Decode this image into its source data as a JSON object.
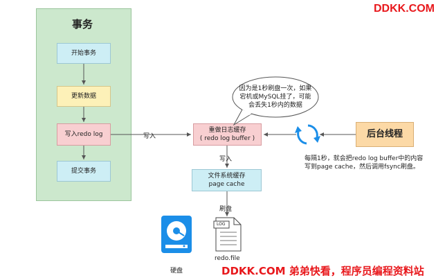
{
  "watermark_top": "DDKK.COM",
  "watermark_bottom": "DDKK.COM 弟弟快看，程序员编程资料站",
  "transaction": {
    "title": "事务",
    "steps": [
      "开始事务",
      "更新数据",
      "写入redo log",
      "提交事务"
    ]
  },
  "redo_buffer": {
    "line1": "重做日志缓存",
    "line2": "( redo log buffer )"
  },
  "page_cache": {
    "line1": "文件系统缓存",
    "line2": "page cache"
  },
  "background_thread": "后台线程",
  "labels": {
    "write1": "写入",
    "write2": "写入",
    "flush": "刷盘"
  },
  "bubble": {
    "line1": "因为是1秒刷盘一次，如果",
    "line2": "宕机或MySQL挂了，可能",
    "line3": "会丢失1秒内的数据"
  },
  "note": {
    "line1": "每隔1秒，就会把redo log buffer中的内容",
    "line2": "写到page cache，然后调用fsync刷盘。"
  },
  "disk_label": "硬盘",
  "file": {
    "tag": "LOG",
    "name": "redo.file"
  },
  "colors": {
    "panel": "#cce8cd",
    "step": "#cdeef5",
    "step_active": "#f8cfd1",
    "yellow": "#fdf1b8",
    "orange": "#fcd9a6",
    "brand": "#e8181c",
    "disk": "#1b8ee8"
  }
}
